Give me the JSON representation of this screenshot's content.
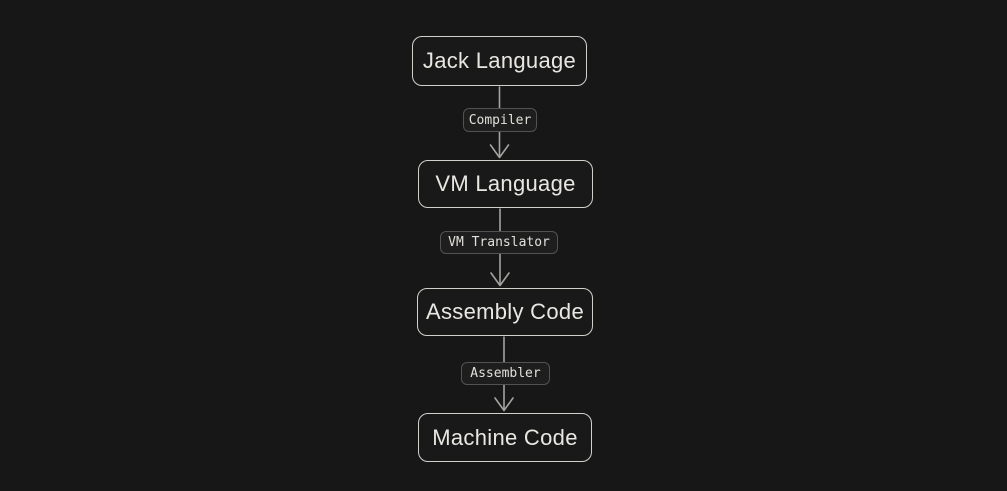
{
  "colors": {
    "background": "#171717",
    "node_border": "#d2d0ca",
    "node_fill": "#191919",
    "node_text": "#e9e7e2",
    "edge_line": "#a3a3a0",
    "chip_border": "#525252",
    "chip_fill": "#1e1e1e",
    "chip_text": "#e2e0da"
  },
  "diagram": {
    "type": "flowchart-vertical",
    "nodes": [
      {
        "id": "jack-language",
        "label": "Jack Language"
      },
      {
        "id": "vm-language",
        "label": "VM Language"
      },
      {
        "id": "assembly-code",
        "label": "Assembly Code"
      },
      {
        "id": "machine-code",
        "label": "Machine Code"
      }
    ],
    "edges": [
      {
        "id": "compiler",
        "label": "Compiler",
        "from": "jack-language",
        "to": "vm-language"
      },
      {
        "id": "vm-translator",
        "label": "VM Translator",
        "from": "vm-language",
        "to": "assembly-code"
      },
      {
        "id": "assembler",
        "label": "Assembler",
        "from": "assembly-code",
        "to": "machine-code"
      }
    ]
  }
}
